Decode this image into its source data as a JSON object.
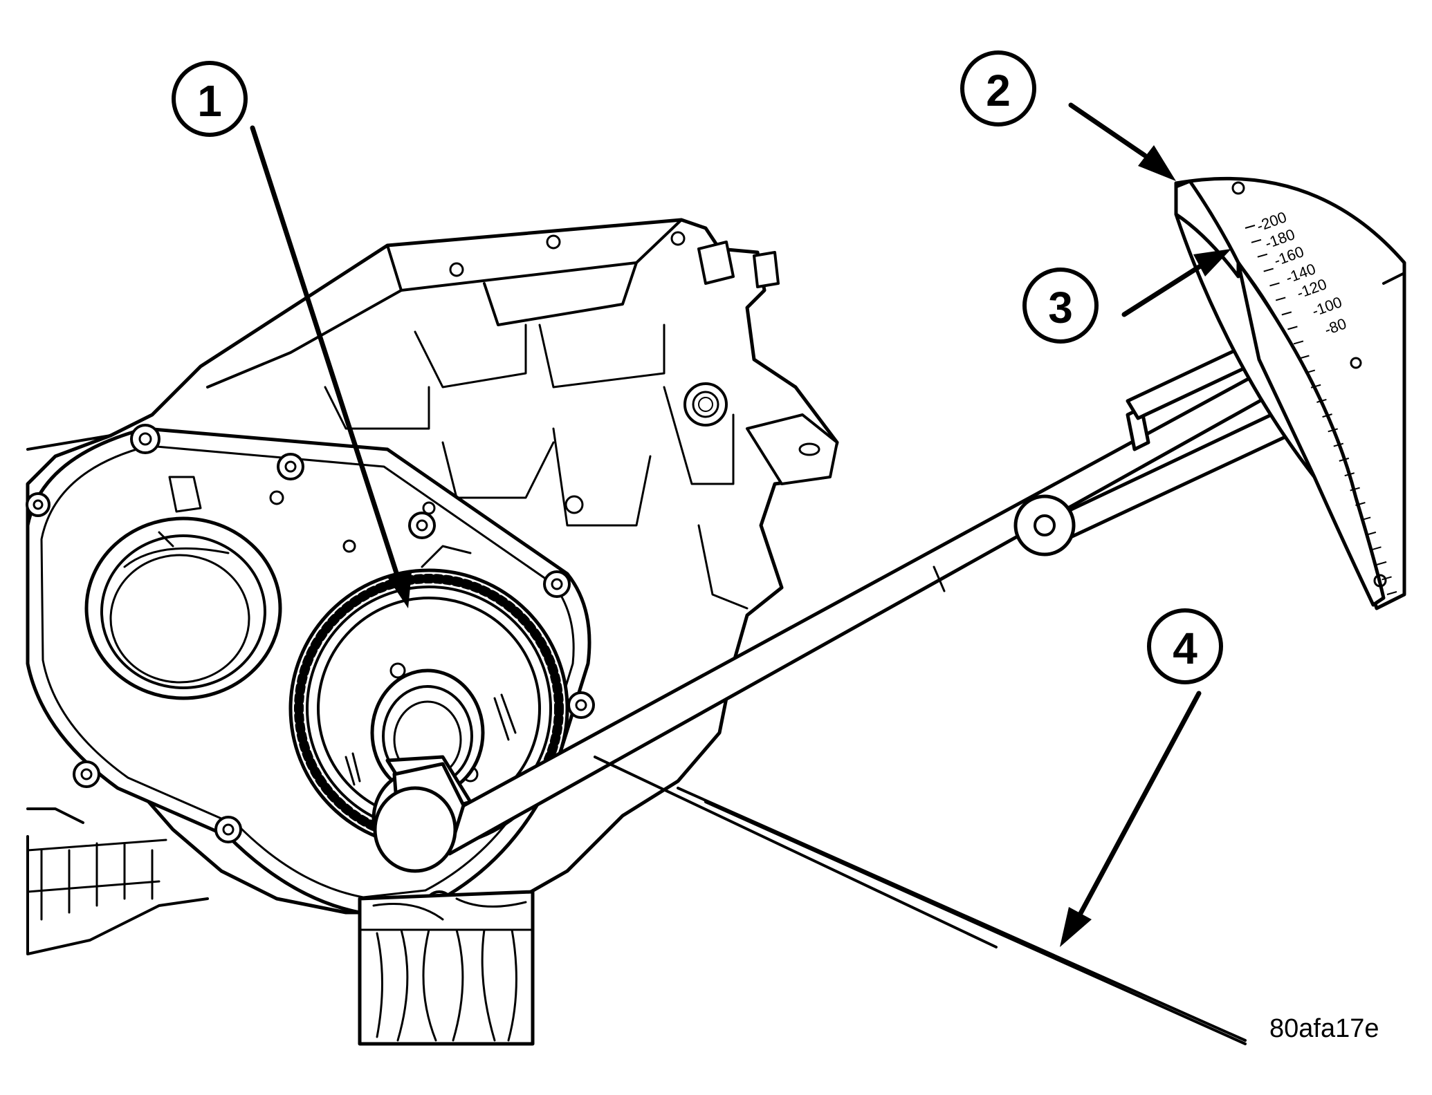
{
  "callouts": [
    {
      "id": "1",
      "label": "1"
    },
    {
      "id": "2",
      "label": "2"
    },
    {
      "id": "3",
      "label": "3"
    },
    {
      "id": "4",
      "label": "4"
    }
  ],
  "torque_scale": [
    "200",
    "180",
    "160",
    "140",
    "120",
    "100",
    "80"
  ],
  "figure_id": "80afa17e",
  "colors": {
    "ink": "#000000",
    "paper": "#ffffff"
  }
}
